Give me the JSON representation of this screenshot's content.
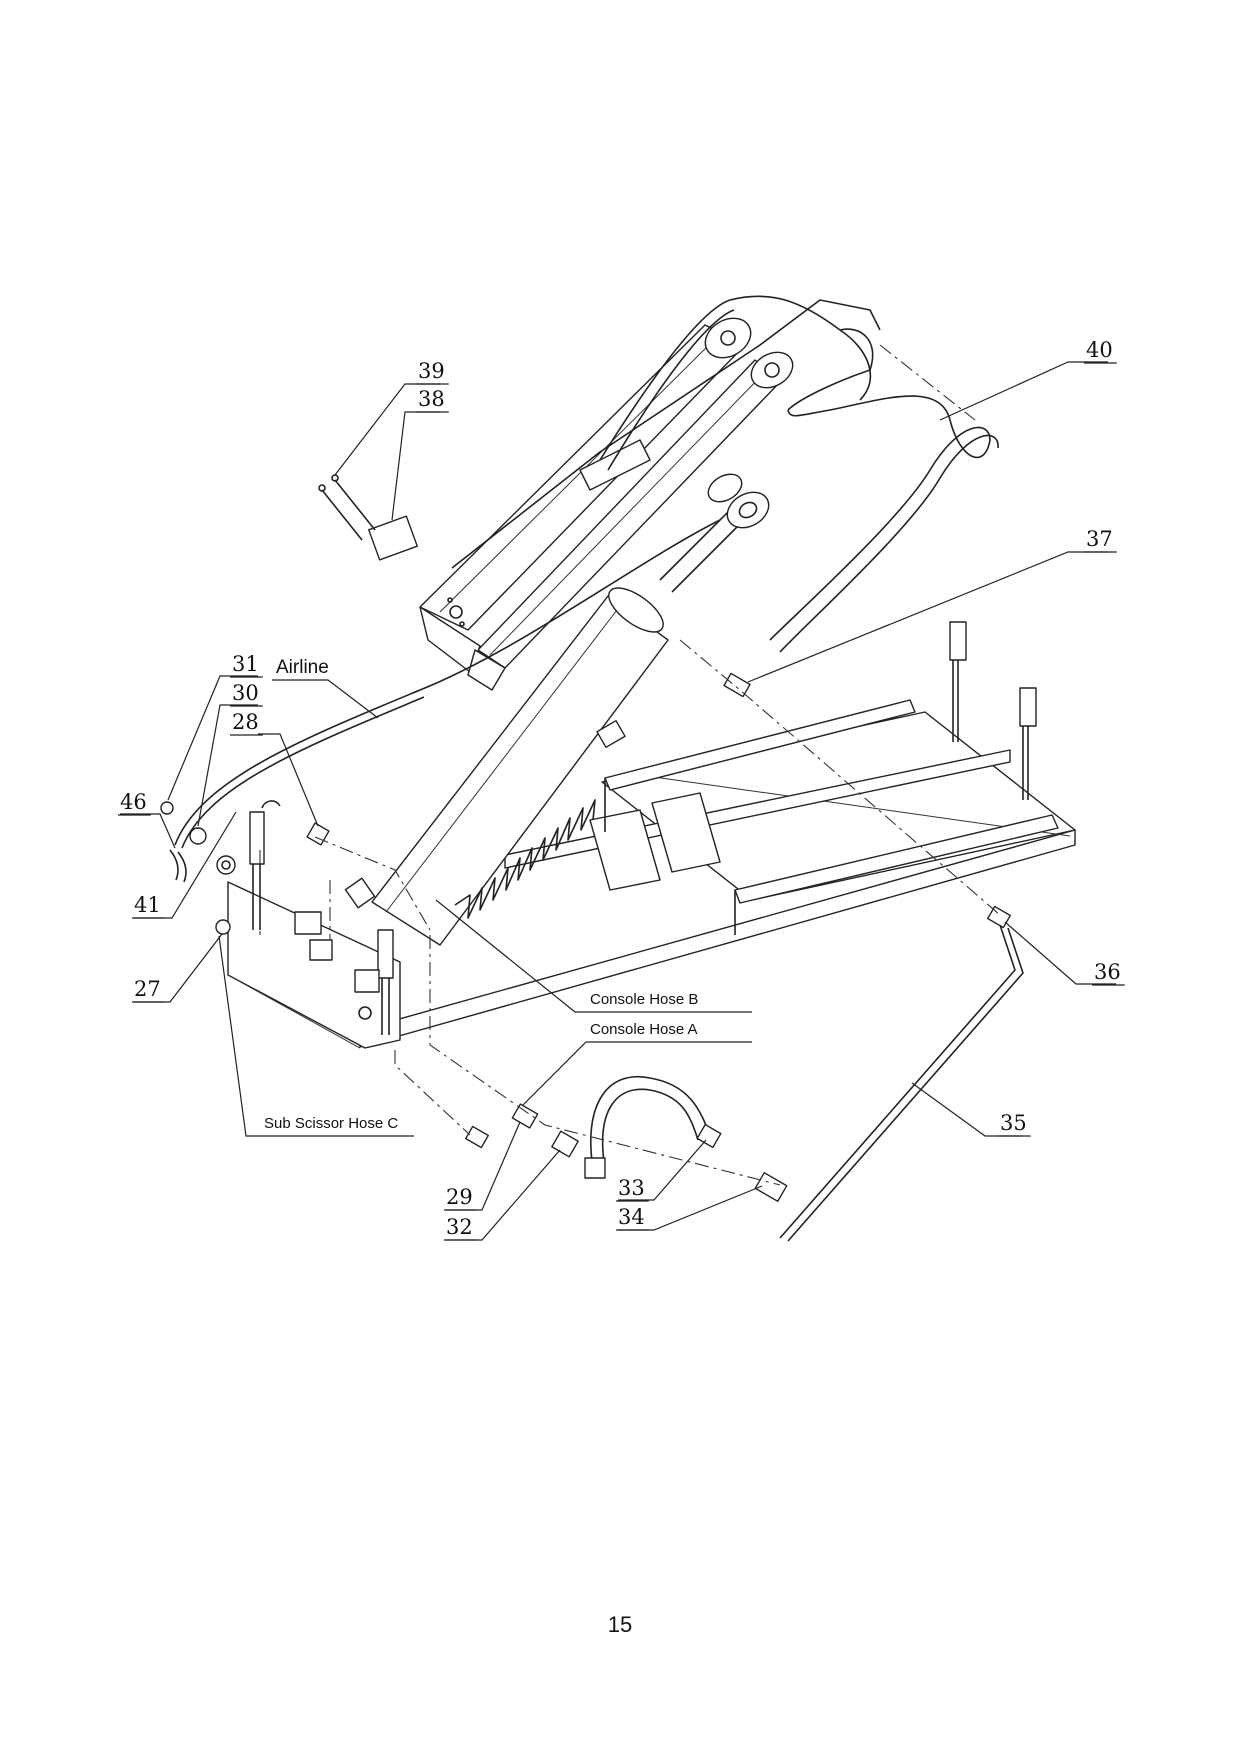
{
  "page": {
    "number": "15"
  },
  "labels": {
    "airline": "Airline",
    "console_hose_b": "Console Hose B",
    "console_hose_a": "Console Hose A",
    "sub_scissor_hose_c": "Sub Scissor Hose C"
  },
  "callouts": {
    "n27": "27",
    "n28": "28",
    "n29": "29",
    "n30": "30",
    "n31": "31",
    "n32": "32",
    "n33": "33",
    "n34": "34",
    "n35": "35",
    "n36": "36",
    "n37": "37",
    "n38": "38",
    "n39": "39",
    "n40": "40",
    "n41": "41",
    "n46": "46"
  }
}
